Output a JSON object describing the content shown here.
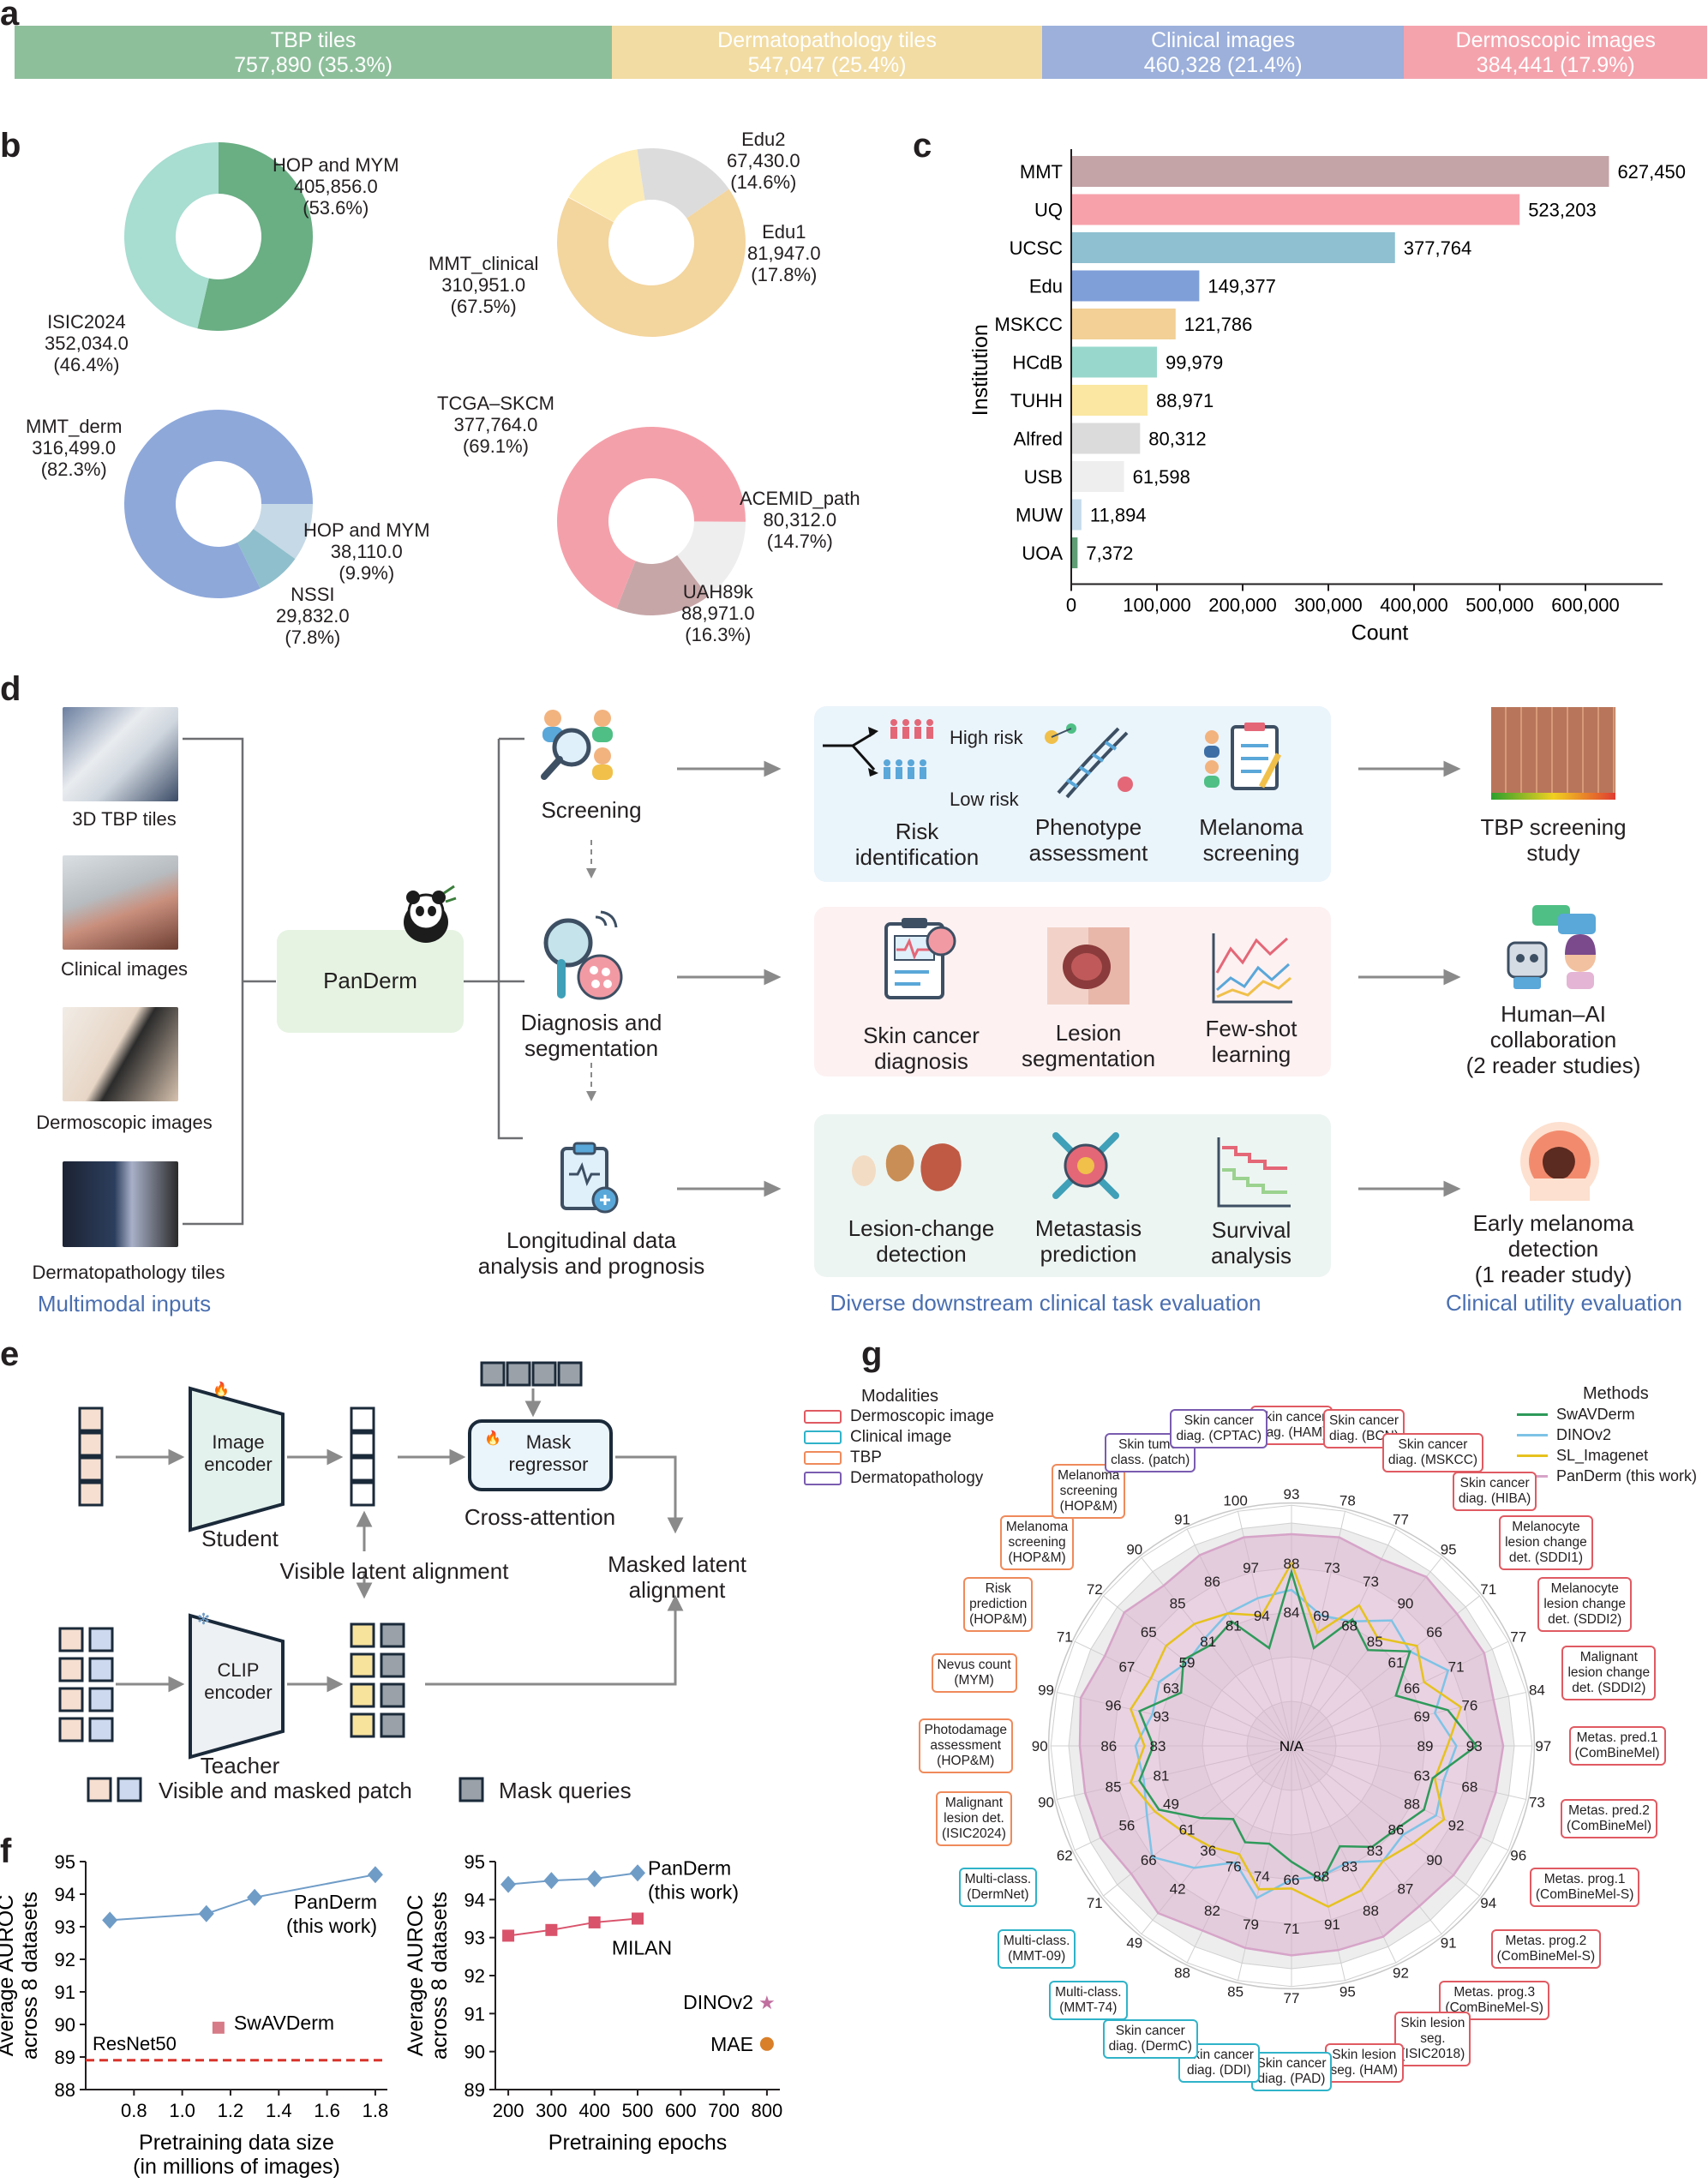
{
  "panel_labels": {
    "a": "a",
    "b": "b",
    "c": "c",
    "d": "d",
    "e": "e",
    "f": "f",
    "g": "g"
  },
  "colors": {
    "tbp": "#8ebf9b",
    "derm": "#f2dca3",
    "clinical": "#9cb0db",
    "dermoscopic": "#f4a3ad"
  },
  "panel_a": {
    "segments": [
      {
        "label": "TBP tiles",
        "value": "757,890 (35.3%)",
        "fraction": 0.353,
        "color": "#8ebf9b"
      },
      {
        "label": "Dermatopathology tiles",
        "value": "547,047 (25.4%)",
        "fraction": 0.254,
        "color": "#f2dca3"
      },
      {
        "label": "Clinical images",
        "value": "460,328 (21.4%)",
        "fraction": 0.214,
        "color": "#9cb0db"
      },
      {
        "label": "Dermoscopic images",
        "value": "384,441 (17.9%)",
        "fraction": 0.179,
        "color": "#f4a3ad"
      }
    ]
  },
  "panel_b": {
    "donuts": [
      {
        "slices": [
          {
            "name": "HOP and MYM",
            "value": "405,856.0",
            "pct": "(53.6%)",
            "fraction": 0.536,
            "color": "#6aae84"
          },
          {
            "name": "ISIC2024",
            "value": "352,034.0",
            "pct": "(46.4%)",
            "fraction": 0.464,
            "color": "#a8ddd1"
          }
        ]
      },
      {
        "slices": [
          {
            "name": "MMT_clinical",
            "value": "310,951.0",
            "pct": "(67.5%)",
            "fraction": 0.675,
            "color": "#f3d59e"
          },
          {
            "name": "Edu1",
            "value": "81,947.0",
            "pct": "(17.8%)",
            "fraction": 0.178,
            "color": "#dcdcdc"
          },
          {
            "name": "Edu2",
            "value": "67,430.0",
            "pct": "(14.6%)",
            "fraction": 0.146,
            "color": "#fdebb5"
          }
        ]
      },
      {
        "slices": [
          {
            "name": "MMT_derm",
            "value": "316,499.0",
            "pct": "(82.3%)",
            "fraction": 0.823,
            "color": "#8ea8da"
          },
          {
            "name": "HOP and MYM",
            "value": "38,110.0",
            "pct": "(9.9%)",
            "fraction": 0.099,
            "color": "#c6d9e6"
          },
          {
            "name": "NSSI",
            "value": "29,832.0",
            "pct": "(7.8%)",
            "fraction": 0.078,
            "color": "#8fbfcc"
          }
        ]
      },
      {
        "slices": [
          {
            "name": "TCGA–SKCM",
            "value": "377,764.0",
            "pct": "(69.1%)",
            "fraction": 0.691,
            "color": "#f4a0aa"
          },
          {
            "name": "ACEMID_path",
            "value": "80,312.0",
            "pct": "(14.7%)",
            "fraction": 0.147,
            "color": "#eeeeee"
          },
          {
            "name": "UAH89k",
            "value": "88,971.0",
            "pct": "(16.3%)",
            "fraction": 0.163,
            "color": "#c7a6a8"
          }
        ]
      }
    ]
  },
  "chart_data": [
    {
      "type": "bar",
      "panel": "c",
      "orientation": "horizontal",
      "ylabel": "Institution",
      "xlabel": "Count",
      "xlim": [
        0,
        680000
      ],
      "xticks": [
        "0",
        "100,000",
        "200,000",
        "300,000",
        "400,000",
        "500,000",
        "600,000"
      ],
      "xtick_values": [
        0,
        100000,
        200000,
        300000,
        400000,
        500000,
        600000
      ],
      "categories": [
        "MMT",
        "UQ",
        "UCSC",
        "Edu",
        "MSKCC",
        "HCdB",
        "TUHH",
        "Alfred",
        "USB",
        "MUW",
        "UOA"
      ],
      "values": [
        627450,
        523203,
        377764,
        149377,
        121786,
        99979,
        88971,
        80312,
        61598,
        11894,
        7372
      ],
      "value_labels": [
        "627,450",
        "523,203",
        "377,764",
        "149,377",
        "121,786",
        "99,979",
        "88,971",
        "80,312",
        "61,598",
        "11,894",
        "7,372"
      ],
      "colors": [
        "#c4a4a7",
        "#f7a2ab",
        "#8fc0d1",
        "#7f9fd9",
        "#f2d096",
        "#98d8cc",
        "#fbe7a2",
        "#dbdbdb",
        "#eeeeee",
        "#c6dcec",
        "#5f9e75"
      ]
    },
    {
      "type": "line",
      "panel": "f-left",
      "xlabel": "Pretraining data size\n(in millions of images)",
      "ylabel": "Average AUROC\nacross 8 datasets",
      "xlim": [
        0.6,
        1.85
      ],
      "ylim": [
        88,
        95
      ],
      "xticks": [
        "0.8",
        "1.0",
        "1.2",
        "1.4",
        "1.6",
        "1.8"
      ],
      "xtick_values": [
        0.8,
        1.0,
        1.2,
        1.4,
        1.6,
        1.8
      ],
      "yticks": [
        "88",
        "89",
        "90",
        "91",
        "92",
        "93",
        "94",
        "95"
      ],
      "series": [
        {
          "name": "PanDerm\n(this work)",
          "x": [
            0.7,
            1.1,
            1.3,
            1.8
          ],
          "y": [
            93.2,
            93.4,
            93.9,
            94.6
          ],
          "color": "#6f9cc7"
        }
      ],
      "points": [
        {
          "name": "SwAVDerm",
          "x": 1.15,
          "y": 89.9,
          "color": "#d67b87"
        }
      ],
      "reference_lines": [
        {
          "name": "ResNet50",
          "y": 88.9,
          "color": "#d9342b"
        }
      ]
    },
    {
      "type": "line",
      "panel": "f-right",
      "xlabel": "Pretraining epochs",
      "ylabel": "Average AUROC\nacross 8 datasets",
      "xlim": [
        170,
        830
      ],
      "ylim": [
        89,
        95
      ],
      "xticks": [
        "200",
        "300",
        "400",
        "500",
        "600",
        "700",
        "800"
      ],
      "xtick_values": [
        200,
        300,
        400,
        500,
        600,
        700,
        800
      ],
      "yticks": [
        "89",
        "90",
        "91",
        "92",
        "93",
        "94",
        "95"
      ],
      "series": [
        {
          "name": "PanDerm\n(this work)",
          "x": [
            200,
            300,
            400,
            500
          ],
          "y": [
            94.4,
            94.5,
            94.55,
            94.7
          ],
          "color": "#6f9cc7"
        },
        {
          "name": "MILAN",
          "x": [
            200,
            300,
            400,
            500
          ],
          "y": [
            93.05,
            93.2,
            93.4,
            93.5
          ],
          "color": "#d9536b"
        }
      ],
      "points": [
        {
          "name": "DINOv2",
          "x": 800,
          "y": 91.3,
          "color": "#c06f9e"
        },
        {
          "name": "MAE",
          "x": 800,
          "y": 90.2,
          "color": "#d97f29"
        }
      ]
    },
    {
      "type": "radar",
      "panel": "g",
      "series": [
        {
          "name": "SwAVDerm",
          "color": "#2e9a5a"
        },
        {
          "name": "DINOv2",
          "color": "#7ec3e6"
        },
        {
          "name": "SL_Imagenet",
          "color": "#e6c21e"
        },
        {
          "name": "PanDerm (this work)",
          "color": "#d6a4c8"
        }
      ],
      "axes": [
        "Skin cancer diag. (HAM)",
        "Skin cancer diag. (BCN)",
        "Skin cancer diag. (MSKCC)",
        "Skin cancer diag. (HIBA)",
        "Melanocyte lesion change det. (SDDI1)",
        "Melanocyte lesion change det. (SDDI2)",
        "Malignant lesion change det. (SDDI2)",
        "Metas. pred.1 (ComBineMel)",
        "Metas. pred.2 (ComBineMel)",
        "Metas. prog.1 (ComBineMel-S)",
        "Metas. prog.2 (ComBineMel-S)",
        "Metas. prog.3 (ComBineMel-S)",
        "Skin lesion seg. (ISIC2018)",
        "Skin lesion seg. (HAM)",
        "Skin cancer diag. (PAD)",
        "Skin cancer diag. (DDI)",
        "Skin cancer diag. (DermC)",
        "Multi-class. (MMT-74)",
        "Multi-class. (MMT-09)",
        "Multi-class. (DermNet)",
        "Malignant lesion det. (ISIC2024)",
        "Photodamage assessment (HOP&M)",
        "Nevus count (MYM)",
        "Risk prediction (HOP&M)",
        "Melanoma screening (HOP&M)",
        "Melanoma screening (HOP&M)",
        "Skin tumor class. (patch)",
        "Skin cancer diag. (CPTAC)"
      ],
      "axis_modalities": [
        "derm",
        "derm",
        "derm",
        "derm",
        "derm",
        "derm",
        "derm",
        "derm",
        "derm",
        "derm",
        "derm",
        "derm",
        "derm",
        "derm",
        "clin",
        "clin",
        "clin",
        "clin",
        "clin",
        "clin",
        "tbp",
        "tbp",
        "tbp",
        "tbp",
        "tbp",
        "tbp",
        "path",
        "path"
      ],
      "outer_values": [
        "93",
        "78",
        "77",
        "95",
        "71",
        "77",
        "84",
        "97",
        "73",
        "96",
        "94",
        "91",
        "92",
        "95",
        "77",
        "85",
        "88",
        "49",
        "71",
        "62",
        "90",
        "90",
        "99",
        "71",
        "72",
        "90",
        "91",
        "100"
      ],
      "inner_values": [
        "88",
        "73",
        "73",
        "90",
        "66",
        "71",
        "76",
        "93",
        "68",
        "92",
        "90",
        "87",
        "88",
        "91",
        "71",
        "79",
        "82",
        "42",
        "66",
        "56",
        "85",
        "86",
        "96",
        "67",
        "65",
        "85",
        "86",
        "97"
      ],
      "mid_values": [
        "84",
        "69",
        "68",
        "85",
        "61",
        "66",
        "69",
        "89",
        "63",
        "88",
        "86",
        "83",
        "83",
        "88",
        "66",
        "74",
        "76",
        "36",
        "61",
        "49",
        "81",
        "83",
        "93",
        "63",
        "59",
        "81",
        "81",
        "94"
      ],
      "center_label": "N/A",
      "values": {
        "PanDerm (this work)": [
          0.95,
          0.96,
          0.93,
          0.97,
          0.95,
          0.96,
          0.93,
          0.95,
          0.94,
          0.94,
          0.93,
          0.92,
          0.95,
          0.94,
          0.94,
          0.93,
          0.92,
          0.96,
          0.92,
          0.95,
          0.95,
          0.95,
          0.97,
          0.93,
          0.96,
          0.92,
          0.95,
          0.96
        ],
        "SwAVDerm": [
          0.78,
          0.45,
          0.63,
          0.55,
          0.68,
          0.52,
          0.72,
          0.83,
          0.65,
          0.66,
          0.6,
          0.58,
          0.5,
          0.62,
          0.52,
          0.45,
          0.48,
          0.42,
          0.52,
          0.66,
          0.7,
          0.62,
          0.7,
          0.55,
          0.62,
          0.58,
          0.62,
          0.45
        ],
        "DINOv2": [
          0.7,
          0.6,
          0.62,
          0.72,
          0.68,
          0.78,
          0.66,
          0.74,
          0.7,
          0.72,
          0.64,
          0.66,
          0.58,
          0.6,
          0.6,
          0.7,
          0.58,
          0.7,
          0.8,
          0.72,
          0.68,
          0.7,
          0.64,
          0.66,
          0.6,
          0.62,
          0.66,
          0.68
        ],
        "SL_Imagenet": [
          0.82,
          0.52,
          0.7,
          0.62,
          0.72,
          0.66,
          0.78,
          0.7,
          0.66,
          0.76,
          0.7,
          0.66,
          0.72,
          0.74,
          0.64,
          0.66,
          0.54,
          0.58,
          0.62,
          0.68,
          0.74,
          0.66,
          0.74,
          0.7,
          0.72,
          0.7,
          0.66,
          0.6
        ]
      }
    }
  ],
  "panel_d": {
    "inputs": [
      "3D TBP tiles",
      "Clinical images",
      "Dermoscopic images",
      "Dermatopathology tiles"
    ],
    "inputs_caption": "Multimodal inputs",
    "model": "PanDerm",
    "stages": [
      "Screening",
      "Diagnosis and\nsegmentation",
      "Longitudinal data\nanalysis and prognosis"
    ],
    "tasks": {
      "row1": [
        "Risk\nidentification",
        "Phenotype\nassessment",
        "Melanoma\nscreening"
      ],
      "row2": [
        "Skin cancer\ndiagnosis",
        "Lesion\nsegmentation",
        "Few-shot\nlearning"
      ],
      "row3": [
        "Lesion-change\ndetection",
        "Metastasis\nprediction",
        "Survival\nanalysis"
      ]
    },
    "risk": {
      "high": "High risk",
      "low": "Low risk"
    },
    "tasks_caption": "Diverse downstream clinical task evaluation",
    "outcomes": [
      "TBP screening\nstudy",
      "Human–AI\ncollaboration\n(2 reader studies)",
      "Early melanoma\ndetection\n(1 reader study)"
    ],
    "outcomes_caption": "Clinical utility evaluation",
    "box_colors": {
      "row1": "#eaf4fb",
      "row2": "#fdf1f2",
      "row3": "#edf5f2",
      "model": "#e6f3e3"
    }
  },
  "panel_e": {
    "image_encoder": "Image\nencoder",
    "student": "Student",
    "mask_regressor": "Mask\nregressor",
    "cross_attention": "Cross-attention",
    "visible_alignment": "Visible latent alignment",
    "masked_alignment": "Masked latent\nalignment",
    "clip_encoder": "CLIP\nencoder",
    "teacher": "Teacher",
    "legend_patch": "Visible and masked patch",
    "legend_queries": "Mask queries"
  },
  "panel_g_legend": {
    "modalities_title": "Modalities",
    "modalities": [
      {
        "name": "Dermoscopic image",
        "color": "#e05a62"
      },
      {
        "name": "Clinical image",
        "color": "#2fb3c9"
      },
      {
        "name": "TBP",
        "color": "#ef8a5b"
      },
      {
        "name": "Dermatopathology",
        "color": "#7a5cb0"
      }
    ],
    "methods_title": "Methods"
  }
}
